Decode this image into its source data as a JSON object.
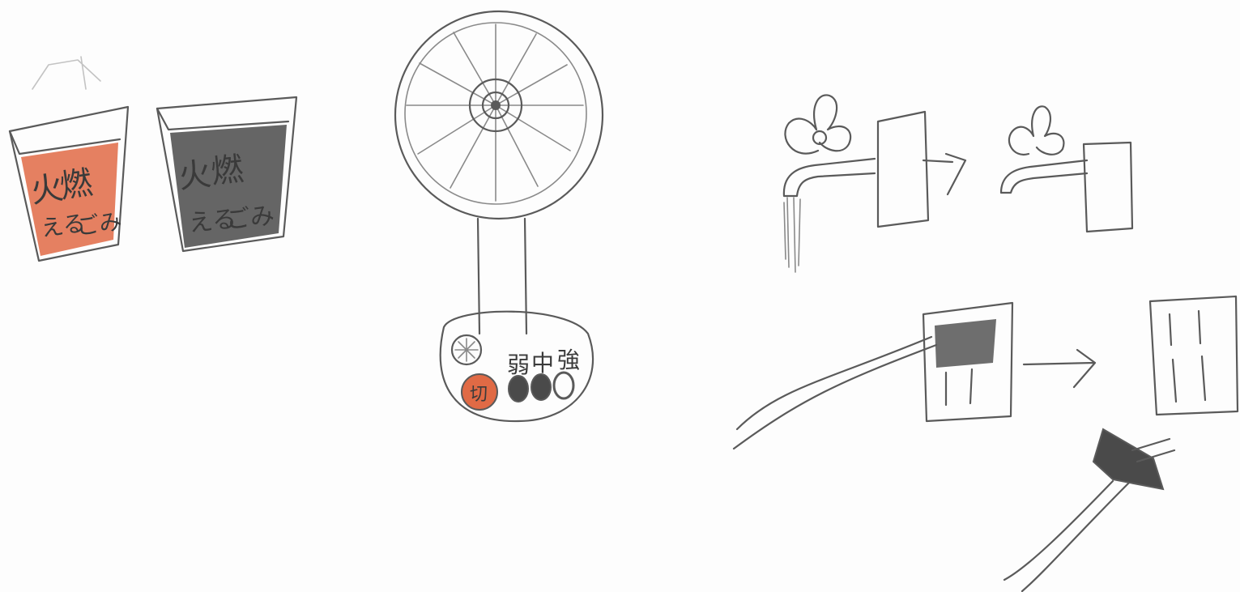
{
  "trash_bins": [
    {
      "label_line1": "燃",
      "label_line2": "える",
      "label_line3": "ごみ",
      "prefix": "火",
      "color": "#e06a45"
    },
    {
      "label_line1": "燃",
      "label_line2": "える",
      "label_line3": "ごみ",
      "prefix": "火",
      "color": "#4a4a4a"
    }
  ],
  "fan": {
    "speed_buttons": [
      "弱",
      "中",
      "強"
    ],
    "off_button_label": "切",
    "off_button_color": "#e06a45"
  },
  "colors": {
    "pencil": "#5a5a5a",
    "orange": "#e06a45",
    "dark_fill": "#4a4a4a",
    "paper": "#fdfdfd"
  }
}
